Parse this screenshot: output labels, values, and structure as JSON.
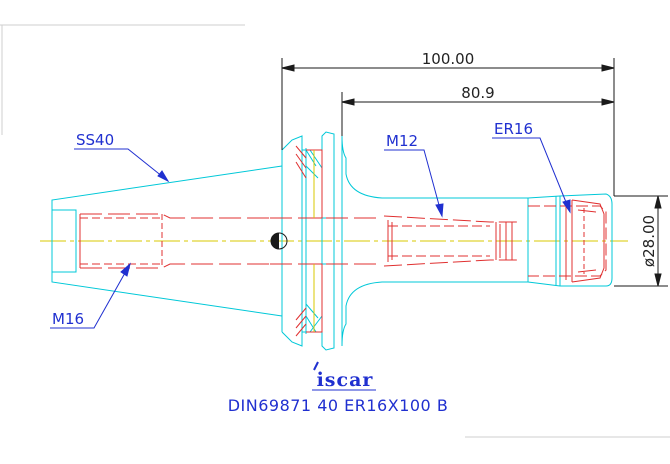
{
  "dimensions": {
    "overall_length": "100.00",
    "collet_length": "80.9",
    "diameter": "ø28.00"
  },
  "callouts": {
    "taper": "SS40",
    "center_thread": "M12",
    "collet": "ER16",
    "rear_thread": "M16"
  },
  "caption": "DIN69871 40 ER16X100 B",
  "logo": {
    "text": "iscar",
    "icon": "iscar-logo"
  },
  "colors": {
    "outline": "#00c8d8",
    "hidden": "#e03030",
    "centerline": "#d8c800",
    "dimension": "#1a1a1a",
    "callout": "#2030d0"
  }
}
